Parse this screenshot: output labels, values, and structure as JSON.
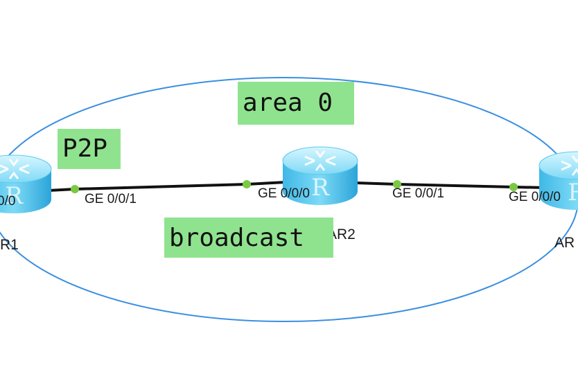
{
  "colors": {
    "area_outline": "#3a8fe0",
    "link": "#111111",
    "port_dot": "#7ac943",
    "note_fill": "#90e38e",
    "router_light": "#bfeefc",
    "router_mid": "#5fcdf2",
    "router_dark": "#2aa3d8"
  },
  "notes": {
    "area": "area 0",
    "p2p": "P2P",
    "broadcast": "broadcast"
  },
  "routers": [
    {
      "name": "AR1",
      "icon": "router-icon"
    },
    {
      "name": "AR2",
      "icon": "router-icon"
    },
    {
      "name": "AR",
      "icon": "router-icon"
    }
  ],
  "interfaces": {
    "ar1_right": "GE 0/0/1",
    "ar1_left_partial": "0/0",
    "ar2_left": "GE 0/0/0",
    "ar2_right": "GE 0/0/1",
    "ar3_left": "GE 0/0/0"
  }
}
